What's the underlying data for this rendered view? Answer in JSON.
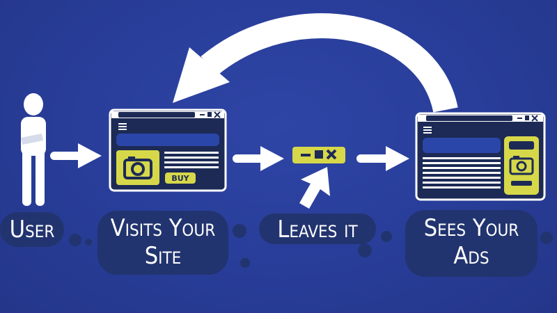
{
  "steps": [
    {
      "label": "User"
    },
    {
      "label": "Visits Your\nSite"
    },
    {
      "label": "Leaves it"
    },
    {
      "label": "Sees Your\nAds"
    }
  ],
  "site_window": {
    "buy_label": "BUY"
  },
  "colors": {
    "background": "#2a3f9e",
    "panel": "#22346f",
    "window_frame": "#1c2a55",
    "accent_yellow": "#d6d84a",
    "inner_blue": "#2a46a8",
    "white": "#ffffff"
  },
  "icons": [
    "person-icon",
    "camera-icon",
    "window-close-icon",
    "cursor-arrow-icon",
    "return-arrow-icon"
  ]
}
